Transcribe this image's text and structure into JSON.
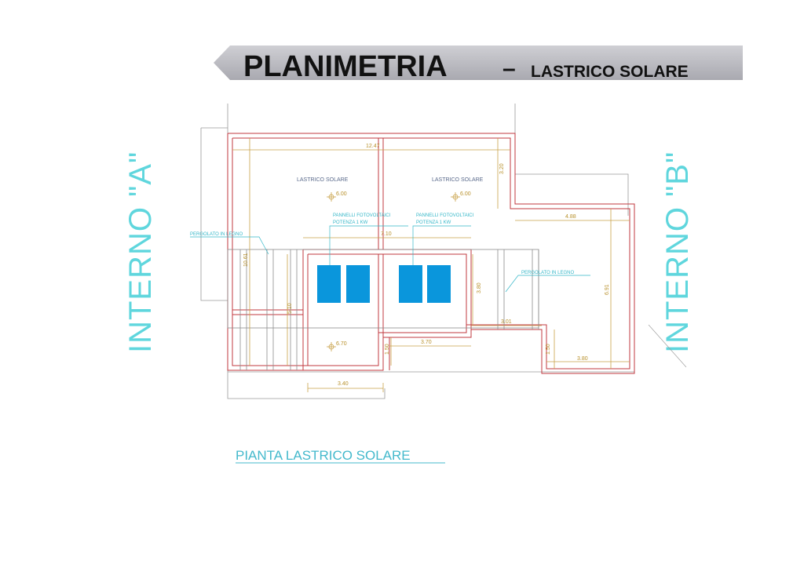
{
  "header": {
    "title": "PLANIMETRIA",
    "dash": "–",
    "subtitle": "LASTRICO SOLARE"
  },
  "labels": {
    "interno_a": "INTERNO \"A\"",
    "interno_b": "INTERNO \"B\"",
    "lastrico_left": "LASTRICO SOLARE",
    "lastrico_right": "LASTRICO SOLARE",
    "level_left": "6.00",
    "level_right": "6.00",
    "level_bottom": "6.70",
    "pannelli_left_1": "PANNELLI FOTOVOLTAICI",
    "pannelli_left_2": "POTENZA 1 KW",
    "pannelli_right_1": "PANNELLI FOTOVOLTAICI",
    "pannelli_right_2": "POTENZA 1 KW",
    "pergolato_left": "PERGOLATO IN LEGNO",
    "pergolato_right": "PERGOLATO IN LEGNO",
    "caption": "PIANTA LASTRICO SOLARE"
  },
  "dimensions": {
    "top_width": "12.47",
    "right_top_height": "3.20",
    "center_width": "7.10",
    "right_block_width": "4.88",
    "left_height": "10.61",
    "right_height": "6.91",
    "left_inner_height": "5.10",
    "center_height": "3.80",
    "small_width": "3.01",
    "bottom_center_width": "3.70",
    "bottom_small_height": "1.50",
    "bottom_right_height": "1.50",
    "bottom_right_width": "3.80",
    "bottom_left_width": "3.40"
  },
  "colors": {
    "wall": "#c0383f",
    "dimension": "#c9a24a",
    "annotation": "#35b7c8",
    "panel": "#0a96dc",
    "header_band": "#b9b9bf"
  }
}
